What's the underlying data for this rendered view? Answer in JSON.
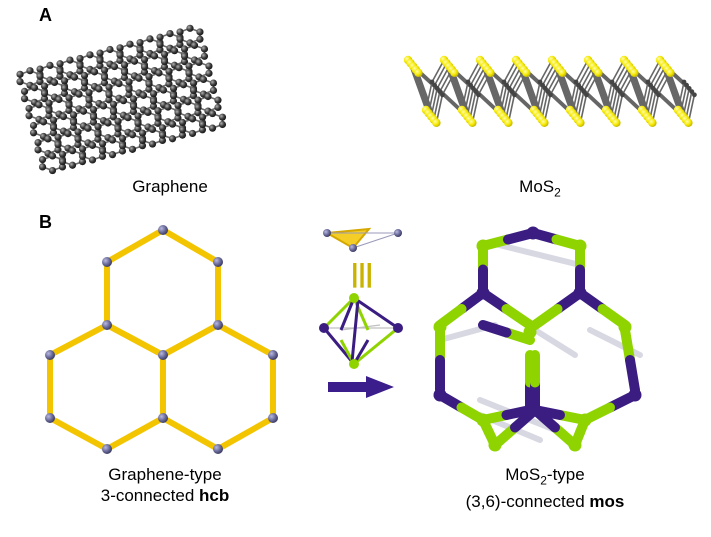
{
  "panel_a": {
    "label": "A",
    "graphene_caption": "Graphene",
    "mos2_caption_main": "MoS",
    "mos2_caption_sub": "2"
  },
  "panel_b": {
    "label": "B",
    "equiv_symbol": "|||",
    "hcb_caption_line1": "Graphene-type",
    "hcb_caption_line2_prefix": "3-connected ",
    "hcb_caption_line2_bold": "hcb",
    "mos_caption_line1_prefix": "MoS",
    "mos_caption_line1_sub": "2",
    "mos_caption_line1_suffix": "-type",
    "mos_caption_line2_prefix": "(3,6)-connected ",
    "mos_caption_line2_bold": "mos"
  },
  "colors": {
    "carbon": "#3a3a3a",
    "sulfur_yellow": "#f5ea00",
    "hcb_bond_gold": "#f2c500",
    "node_gray_blue": "#6b6b9a",
    "mos_purple": "#3b1d82",
    "mos_green": "#8fd400",
    "arrow_purple": "#3b1d8c"
  }
}
